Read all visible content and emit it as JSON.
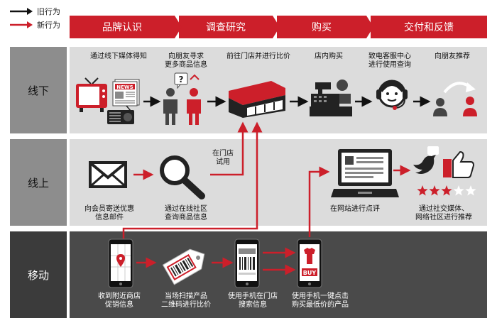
{
  "legend": {
    "old": "旧行为",
    "new": "新行为"
  },
  "stages": [
    "品牌认识",
    "调查研究",
    "购买",
    "交付和反馈"
  ],
  "rows": {
    "offline": {
      "label": "线下",
      "steps": [
        "通过线下媒体得知",
        "向朋友寻求\n更多商品信息",
        "前往门店并进行比价",
        "店内购买",
        "致电客服中心\n进行使用查询",
        "向朋友推荐"
      ]
    },
    "online": {
      "label": "线上",
      "steps": [
        "向会员寄送优惠\n信息邮件",
        "通过在线社区\n查询商品信息",
        "在门店\n试用",
        "在网站进行点评",
        "通过社交媒体、\n网络社区进行推荐"
      ]
    },
    "mobile": {
      "label": "移动",
      "steps": [
        "收到附近商店\n促销信息",
        "当场扫描产品\n二维码进行比价",
        "使用手机在门店\n搜索信息",
        "使用手机一键点击\n购买最低价的产品"
      ]
    }
  },
  "icon_texts": {
    "news": "NEWS",
    "buy": "BUY",
    "question": "?"
  },
  "rating": {
    "stars": 3,
    "out_of": 5
  },
  "colors": {
    "red": "#cc1f2a",
    "dark": "#222222",
    "panel_light": "#dcdcdc",
    "panel_dark": "#4a4a4a"
  },
  "icons": [
    "tv-icon",
    "newspaper-icon",
    "radio-icon",
    "friends-icon",
    "store-icon",
    "cash-register-icon",
    "headset-agent-icon",
    "recommend-people-icon",
    "envelope-icon",
    "magnifier-icon",
    "laptop-icon",
    "twitter-bird-icon",
    "thumbs-up-icon",
    "star-rating-icon",
    "smartphone-location-icon",
    "barcode-tag-icon",
    "smartphone-barcode-icon",
    "smartphone-buy-icon"
  ]
}
